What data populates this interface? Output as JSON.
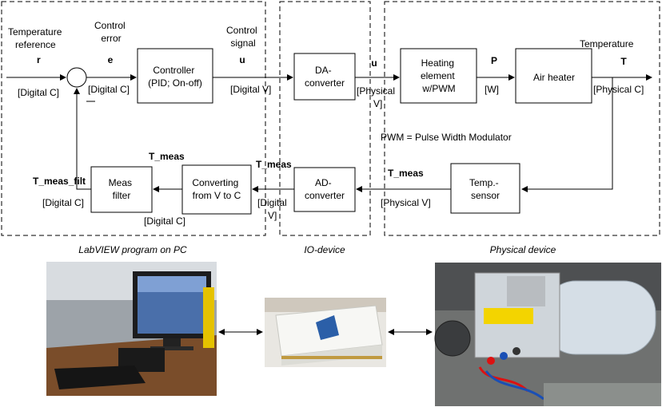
{
  "regions": {
    "labview": "LabVIEW program on PC",
    "io": "IO-device",
    "physical": "Physical device"
  },
  "signals": {
    "temp_ref": [
      "Temperature",
      "reference"
    ],
    "r": "r",
    "digital_c": "[Digital C]",
    "control_error": [
      "Control",
      "error"
    ],
    "e": "e",
    "control_signal": [
      "Control",
      "signal"
    ],
    "u": "u",
    "digital_v": "[Digital V]",
    "physical_v_split": [
      "[Physical",
      "V]"
    ],
    "p": "P",
    "w": "[W]",
    "temperature": "Temperature",
    "t": "T",
    "physical_c": "[Physical C]",
    "t_meas": "T_meas",
    "physical_v": "[Physical V]",
    "digital_v_split": [
      "[Digital",
      "V]"
    ],
    "t_meas_filt": "T_meas_filt"
  },
  "blocks": {
    "controller": [
      "Controller",
      "(PID; On-off)"
    ],
    "da": [
      "DA-",
      "converter"
    ],
    "heating": [
      "Heating",
      "element",
      "w/PWM"
    ],
    "air_heater": "Air heater",
    "temp_sensor": [
      "Temp.-",
      "sensor"
    ],
    "ad": [
      "AD-",
      "converter"
    ],
    "converting": [
      "Converting",
      "from V to C"
    ],
    "meas_filter": [
      "Meas",
      "filter"
    ]
  },
  "notes": {
    "pwm": "PWM = Pulse Width Modulator"
  }
}
